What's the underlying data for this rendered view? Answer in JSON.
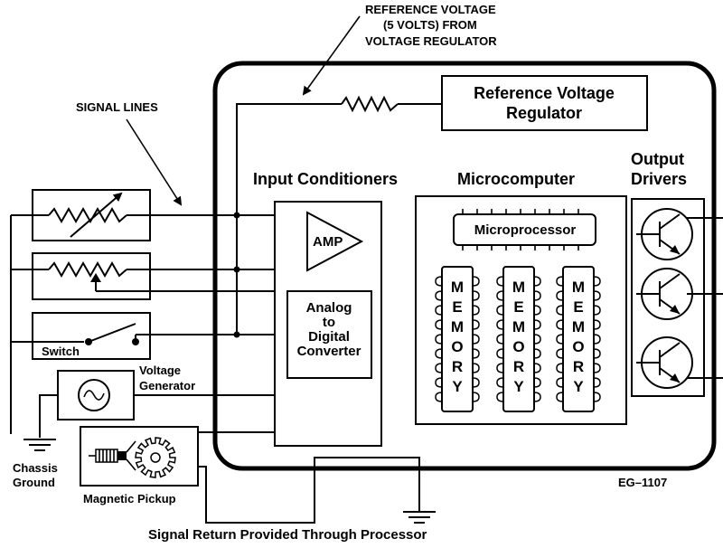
{
  "annotations": {
    "ref_voltage": [
      "REFERENCE VOLTAGE",
      "(5 VOLTS) FROM",
      "VOLTAGE REGULATOR"
    ],
    "signal_lines": "SIGNAL LINES",
    "signal_return": "Signal Return Provided Through Processor",
    "figure_id": "EG–1107"
  },
  "blocks": {
    "regulator": [
      "Reference Voltage",
      "Regulator"
    ],
    "input_conditioners": "Input Conditioners",
    "microcomputer": "Microcomputer",
    "output_drivers": [
      "Output",
      "Drivers"
    ],
    "amp": "AMP",
    "adc": [
      "Analog",
      "to",
      "Digital",
      "Converter"
    ],
    "microprocessor": "Microprocessor",
    "memory_letters": [
      "M",
      "E",
      "M",
      "O",
      "R",
      "Y"
    ]
  },
  "sensors": {
    "switch": "Switch",
    "voltage_generator": [
      "Voltage",
      "Generator"
    ],
    "chassis_ground": [
      "Chassis",
      "Ground"
    ],
    "magnetic_pickup": "Magnetic Pickup"
  }
}
